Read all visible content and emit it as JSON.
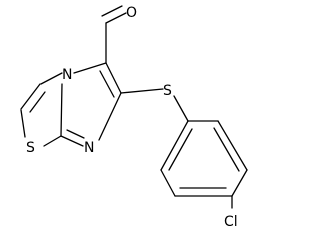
{
  "molecule": {
    "atoms": {
      "aldehyde_oxygen": "O",
      "imidazole_nitrogen_bridge": "N",
      "imidazole_nitrogen": "N",
      "thiazole_sulfur": "S",
      "thioether_sulfur": "S",
      "chlorine": "Cl"
    }
  },
  "colors": {
    "bond": "#000000",
    "text": "#000000",
    "background": "#ffffff"
  }
}
